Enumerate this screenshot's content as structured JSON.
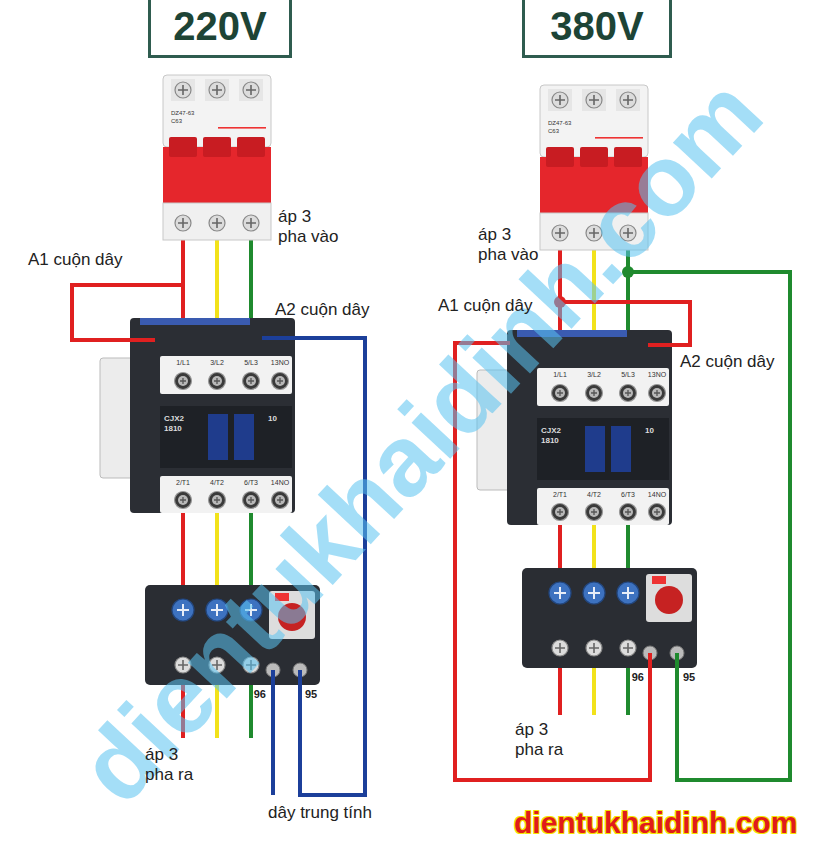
{
  "diagram": {
    "nodes": [
      {
        "text": [
          "220V"
        ]
      },
      {
        "text": [
          "380V"
        ]
      }
    ],
    "labels": [
      "DZ47-63",
      "C63",
      "áp 3 pha vào",
      "A1 cuộn dây",
      "A2 cuộn dây",
      "1/L1",
      "3/L2",
      "5/L3",
      "13NO",
      "CJX2",
      "1810",
      "10",
      "2/T1",
      "4/T2",
      "6/T3",
      "14NO",
      "96",
      "95",
      "áp 3 pha ra",
      "dây trung tính",
      "DZ47-63",
      "C63",
      "áp 3 pha vào",
      "A1 cuộn dây",
      "A2 cuộn dây",
      "1/L1",
      "3/L2",
      "5/L3",
      "13NO",
      "CJX2",
      "1810",
      "10",
      "2/T1",
      "4/T2",
      "6/T3",
      "14NO",
      "96",
      "95",
      "áp 3 pha ra",
      "dientukhaidinh.com",
      "dientukhaidinh.com"
    ]
  }
}
